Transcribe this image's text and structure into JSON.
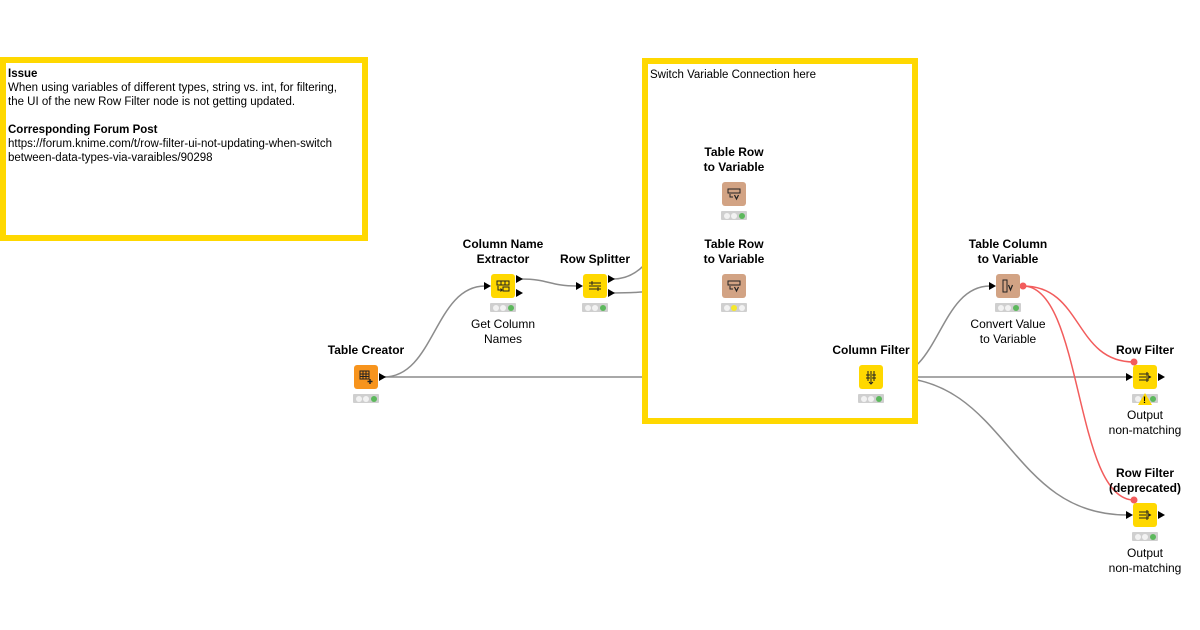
{
  "colors": {
    "annotation_border": "#FFD800",
    "manipulator_node": "#FFD800",
    "source_node": "#F7941D",
    "flow_variable_node": "#D2A384",
    "data_connection": "#8c8c8c",
    "variable_connection": "#F25C5C",
    "status_ok": "#5cb85c",
    "status_configured": "#f5e82a"
  },
  "annotations": [
    {
      "id": "issue",
      "lines": [
        {
          "text": "Issue",
          "bold": true
        },
        {
          "text": "When using variables of different types, string vs. int, for filtering,",
          "bold": false
        },
        {
          "text": "the UI of the new Row Filter node is not getting updated.",
          "bold": false
        },
        {
          "text": "",
          "bold": false
        },
        {
          "text": "Corresponding Forum Post",
          "bold": true
        },
        {
          "text": "https://forum.knime.com/t/row-filter-ui-not-updating-when-switch",
          "bold": false
        },
        {
          "text": "between-data-types-via-varaibles/90298",
          "bold": false
        }
      ]
    },
    {
      "id": "switch",
      "lines": [
        {
          "text": "Switch Variable Connection here",
          "bold": false
        }
      ]
    }
  ],
  "nodes": [
    {
      "id": "table-creator",
      "name": "Table Creator",
      "comment": "",
      "type": "source",
      "icon": "table-plus-icon",
      "status": "executed",
      "warning": false
    },
    {
      "id": "column-name-extractor",
      "name": "Column Name\nExtractor",
      "comment": "Get Column\nNames",
      "type": "manipulator",
      "icon": "column-extract-icon",
      "status": "executed",
      "warning": false
    },
    {
      "id": "row-splitter",
      "name": "Row Splitter",
      "comment": "",
      "type": "manipulator",
      "icon": "row-split-icon",
      "status": "executed",
      "warning": false
    },
    {
      "id": "table-row-to-variable-1",
      "name": "Table Row\nto Variable",
      "comment": "",
      "type": "flow-variable",
      "icon": "row-to-variable-icon",
      "status": "executed",
      "warning": false
    },
    {
      "id": "table-row-to-variable-2",
      "name": "Table Row\nto Variable",
      "comment": "",
      "type": "flow-variable",
      "icon": "row-to-variable-icon",
      "status": "configured",
      "warning": false
    },
    {
      "id": "column-filter",
      "name": "Column Filter",
      "comment": "",
      "type": "manipulator",
      "icon": "column-filter-icon",
      "status": "executed",
      "warning": false
    },
    {
      "id": "table-column-to-variable",
      "name": "Table Column\nto Variable",
      "comment": "Convert Value\nto Variable",
      "type": "flow-variable",
      "icon": "column-to-variable-icon",
      "status": "executed",
      "warning": false
    },
    {
      "id": "row-filter",
      "name": "Row Filter",
      "comment": "Output\nnon-matching",
      "type": "manipulator",
      "icon": "row-filter-icon",
      "status": "executed",
      "warning": true
    },
    {
      "id": "row-filter-deprecated",
      "name": "Row Filter\n(deprecated)",
      "comment": "Output\nnon-matching",
      "type": "manipulator",
      "icon": "row-filter-icon",
      "status": "executed",
      "warning": false
    }
  ],
  "connections": [
    {
      "from": "table-creator",
      "to": "column-name-extractor",
      "kind": "data"
    },
    {
      "from": "table-creator",
      "to": "column-filter",
      "kind": "data"
    },
    {
      "from": "column-name-extractor",
      "to": "row-splitter",
      "kind": "data"
    },
    {
      "from": "row-splitter",
      "to": "table-row-to-variable-1",
      "kind": "data"
    },
    {
      "from": "row-splitter",
      "to": "table-row-to-variable-2",
      "kind": "data"
    },
    {
      "from": "table-row-to-variable-1",
      "to": "column-filter",
      "kind": "variable"
    },
    {
      "from": "column-filter",
      "to": "table-column-to-variable",
      "kind": "data"
    },
    {
      "from": "column-filter",
      "to": "row-filter",
      "kind": "data"
    },
    {
      "from": "column-filter",
      "to": "row-filter-deprecated",
      "kind": "data"
    },
    {
      "from": "table-column-to-variable",
      "to": "row-filter",
      "kind": "variable"
    },
    {
      "from": "table-column-to-variable",
      "to": "row-filter-deprecated",
      "kind": "variable"
    }
  ]
}
